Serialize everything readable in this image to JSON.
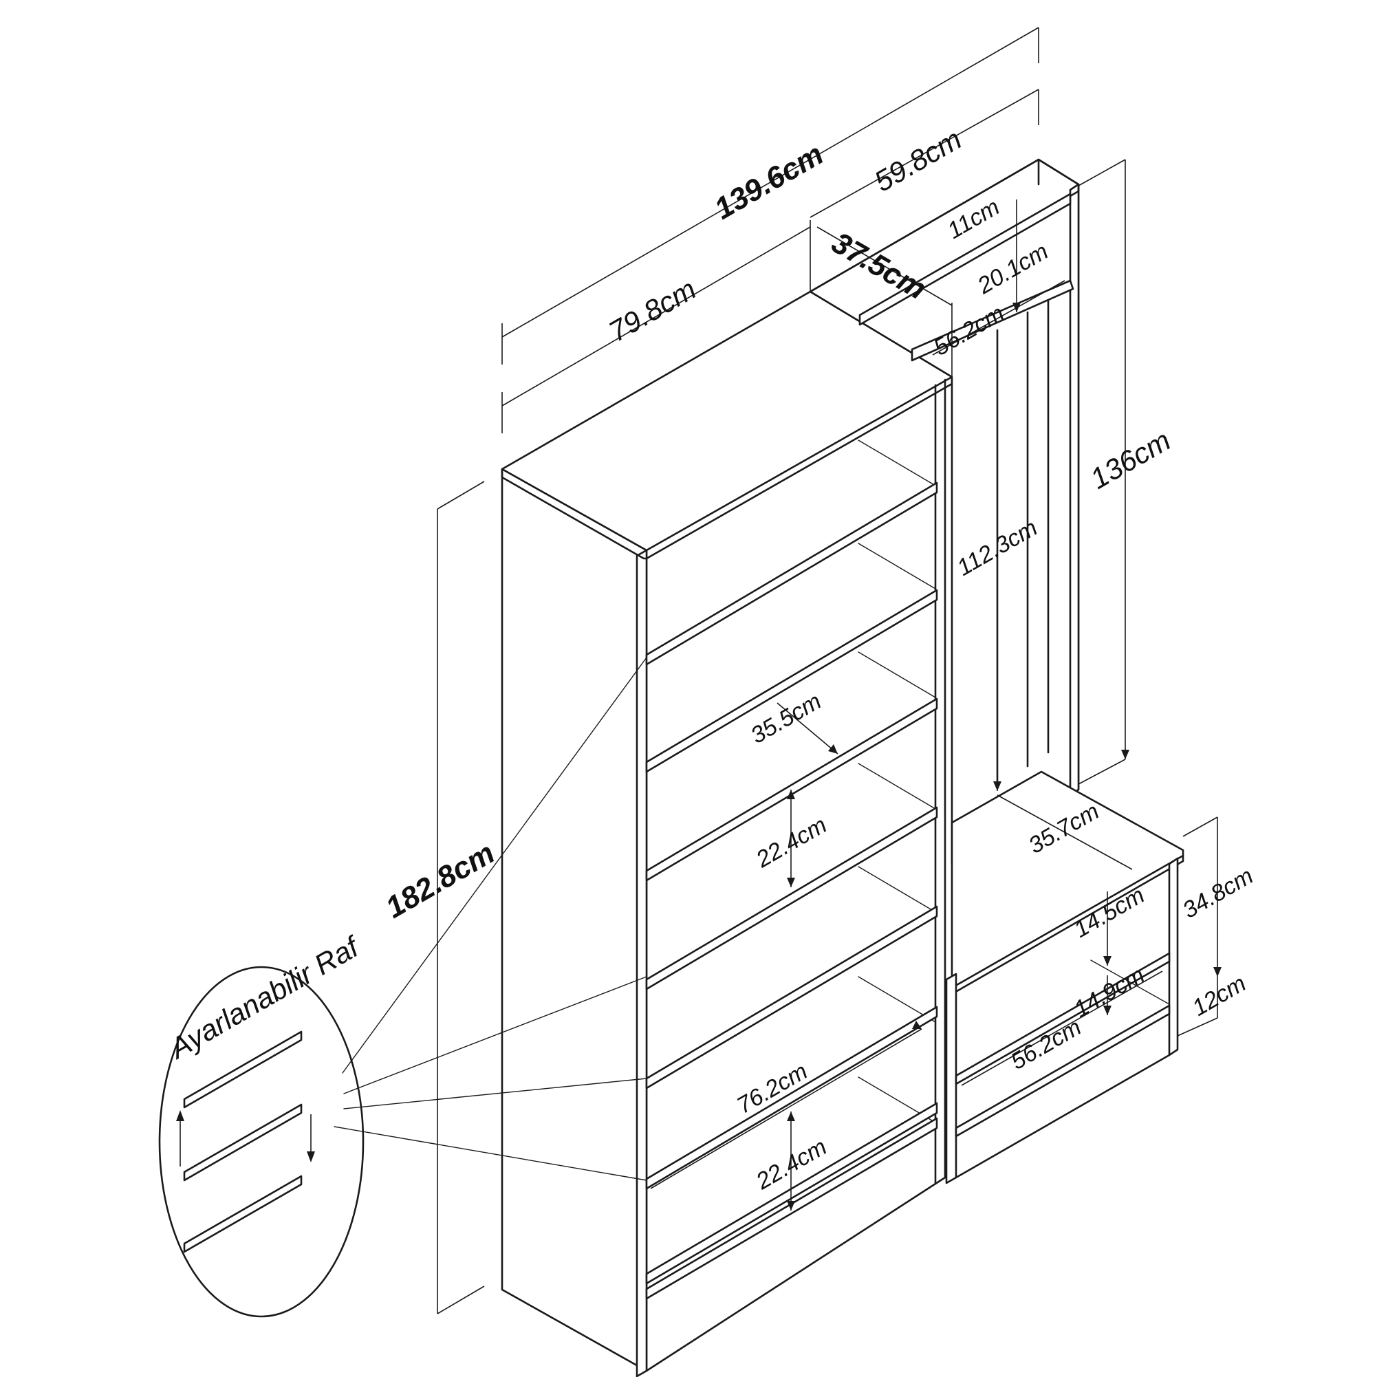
{
  "dimensions": {
    "total_width": "139.6cm",
    "right_unit_width": "59.8cm",
    "depth": "37.5cm",
    "left_unit_width": "79.8cm",
    "top_gap": "11cm",
    "top_shelf_gap": "20.1cm",
    "rail_width_top": "56.2cm",
    "right_height": "136cm",
    "inner_height": "112.3cm",
    "shelf_depth": "35.5cm",
    "bench_depth": "35.7cm",
    "compartment_1": "22.4cm",
    "left_height": "182.8cm",
    "bench_height": "34.8cm",
    "bench_shelf_1": "14.5cm",
    "bench_shelf_2": "14.9cm",
    "plinth_height": "12cm",
    "inner_width": "76.2cm",
    "bench_inner_width": "56.2cm",
    "compartment_2": "22.4cm"
  },
  "callout": {
    "label": "Ayarlanabilir Raf"
  }
}
